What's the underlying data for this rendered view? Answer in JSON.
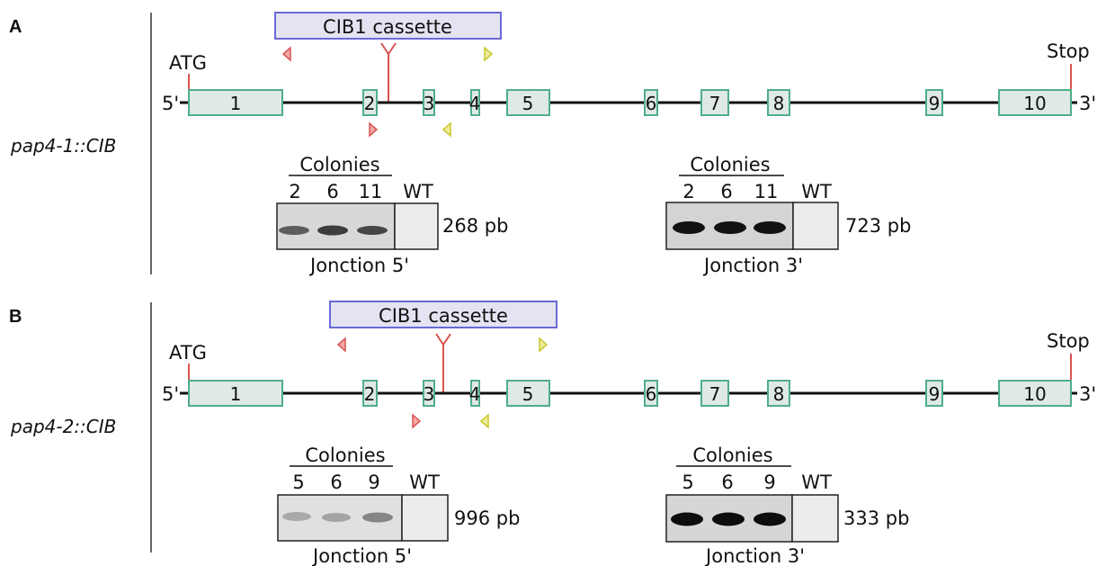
{
  "panels": [
    {
      "letter": "A",
      "strain": "pap4-1::CIB",
      "cassette_label": "CIB1 cassette",
      "atg_label": "ATG",
      "stop_label": "Stop",
      "five_prime": "5'",
      "three_prime": "3'",
      "exons": [
        "1",
        "2",
        "3",
        "4",
        "5",
        "6",
        "7",
        "8",
        "9",
        "10"
      ],
      "insertion_exon": "2",
      "gels": [
        {
          "header": "Colonies",
          "lanes": [
            "2",
            "6",
            "11"
          ],
          "wt": "WT",
          "size": "268 pb",
          "caption": "Jonction 5'",
          "band_intensity": [
            0.85,
            0.95,
            0.9
          ],
          "wt_band": 0.0
        },
        {
          "header": "Colonies",
          "lanes": [
            "2",
            "6",
            "11"
          ],
          "wt": "WT",
          "size": "723 pb",
          "caption": "Jonction 3'",
          "band_intensity": [
            1.0,
            1.0,
            1.0
          ],
          "wt_band": 0.0
        }
      ]
    },
    {
      "letter": "B",
      "strain": "pap4-2::CIB",
      "cassette_label": "CIB1 cassette",
      "atg_label": "ATG",
      "stop_label": "Stop",
      "five_prime": "5'",
      "three_prime": "3'",
      "exons": [
        "1",
        "2",
        "3",
        "4",
        "5",
        "6",
        "7",
        "8",
        "9",
        "10"
      ],
      "insertion_exon": "3",
      "gels": [
        {
          "header": "Colonies",
          "lanes": [
            "5",
            "6",
            "9"
          ],
          "wt": "WT",
          "size": "996 pb",
          "caption": "Jonction 5'",
          "band_intensity": [
            0.35,
            0.4,
            0.6
          ],
          "wt_band": 0.0
        },
        {
          "header": "Colonies",
          "lanes": [
            "5",
            "6",
            "9"
          ],
          "wt": "WT",
          "size": "333 pb",
          "caption": "Jonction 3'",
          "band_intensity": [
            1.0,
            1.0,
            1.0
          ],
          "wt_band": 0.0
        }
      ]
    }
  ],
  "colors": {
    "exon_fill": "#dfe9e5",
    "exon_stroke": "#4fae8a",
    "cassette_fill": "#e4e3f1",
    "cassette_stroke": "#6a6ad8",
    "red_primer": "#e0504a",
    "yellow_primer": "#d9d63a"
  }
}
